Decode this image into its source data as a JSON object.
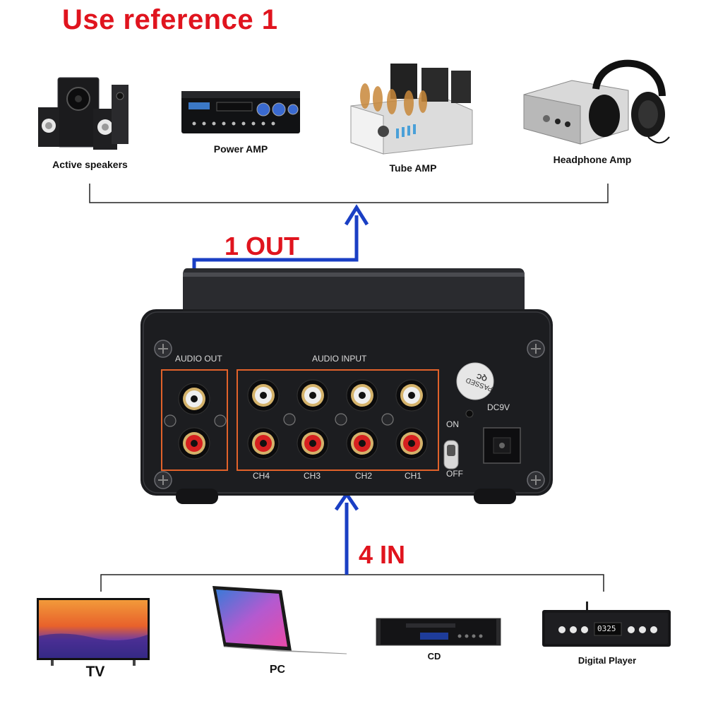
{
  "title": "Use reference 1",
  "outputs": [
    {
      "label": "Active speakers"
    },
    {
      "label": "Power AMP"
    },
    {
      "label": "Tube AMP"
    },
    {
      "label": "Headphone Amp"
    }
  ],
  "inputs": [
    {
      "label": "TV"
    },
    {
      "label": "PC"
    },
    {
      "label": "CD"
    },
    {
      "label": "Digital Player"
    }
  ],
  "flow": {
    "out_label": "1 OUT",
    "in_label": "4 IN",
    "arrow_color": "#1a3fc4"
  },
  "panel": {
    "audio_out": "AUDIO OUT",
    "audio_input": "AUDIO INPUT",
    "channels": [
      "CH4",
      "CH3",
      "CH2",
      "CH1"
    ],
    "switch_on": "ON",
    "switch_off": "OFF",
    "power": "DC9V",
    "qc": [
      "QC",
      "PASSED"
    ],
    "player_display": "0325"
  },
  "colors": {
    "title": "#e0141e",
    "box_outline": "#e2622a",
    "device_body": "#1c1d20"
  }
}
